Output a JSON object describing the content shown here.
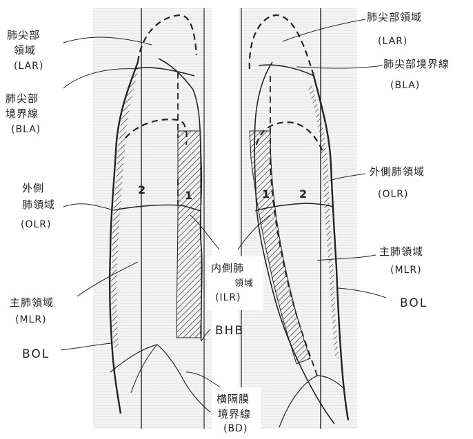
{
  "labels_left": {
    "lar_jp_1": "肺尖部",
    "lar_jp_2": "領域",
    "lar_abbr": "(LAR)",
    "bla_jp_1": "肺尖部",
    "bla_jp_2": "境界線",
    "bla_abbr": "(BLA)",
    "olr_jp_1": "外側",
    "olr_jp_2": "肺領域",
    "olr_abbr": "(OLR)",
    "mlr_jp": "主肺領域",
    "mlr_abbr": "(MLR)",
    "bol": "BOL"
  },
  "labels_right": {
    "lar_jp": "肺尖部領域",
    "lar_abbr": "(LAR)",
    "bla_jp": "肺尖部境界線",
    "bla_abbr": "(BLA)",
    "olr_jp": "外側肺領域",
    "olr_abbr": "(OLR)",
    "mlr_jp": "主肺領域",
    "mlr_abbr": "(MLR)",
    "bol": "BOL"
  },
  "labels_center": {
    "ilr_jp_1": "内側肺",
    "ilr_jp_2": "領域",
    "ilr_abbr": "(ILR)",
    "bhb": "BHB",
    "bd_jp_1": "横隔膜",
    "bd_jp_2": "境界線",
    "bd_abbr": "(BD)"
  },
  "zone_numbers": {
    "left_outer": "2",
    "left_inner": "1",
    "right_inner": "1",
    "right_outer": "2"
  },
  "colors": {
    "ink": "#222222",
    "background": "#ffffff",
    "film": "#eeeeee"
  }
}
